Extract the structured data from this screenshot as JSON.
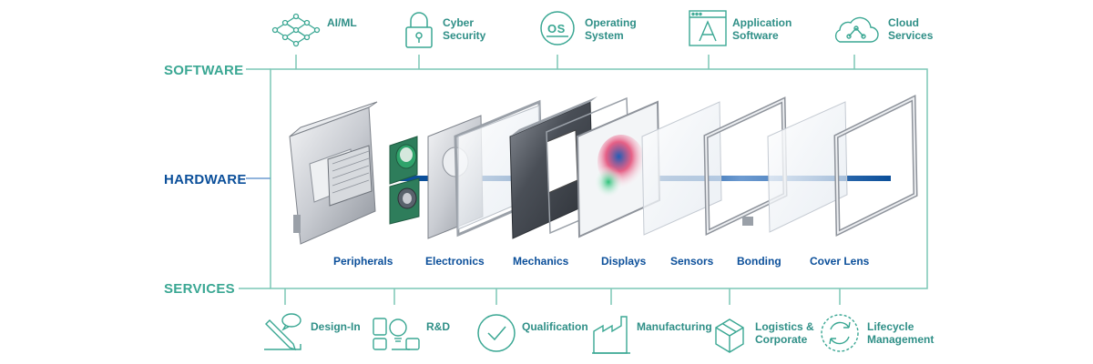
{
  "sections": {
    "software": "SOFTWARE",
    "hardware": "HARDWARE",
    "services": "SERVICES"
  },
  "software_items": [
    {
      "icon": "neural-network-icon",
      "line1": "AI/ML",
      "line2": ""
    },
    {
      "icon": "lock-icon",
      "line1": "Cyber",
      "line2": "Security"
    },
    {
      "icon": "os-icon",
      "line1": "Operating",
      "line2": "System",
      "icon_text": "OS"
    },
    {
      "icon": "application-window-icon",
      "line1": "Application",
      "line2": "Software"
    },
    {
      "icon": "cloud-icon",
      "line1": "Cloud",
      "line2": "Services"
    }
  ],
  "hardware_components": [
    "Peripherals",
    "Electronics",
    "Mechanics",
    "Displays",
    "Sensors",
    "Bonding",
    "Cover Lens"
  ],
  "service_items": [
    {
      "icon": "design-pencil-icon",
      "line1": "Design-In",
      "line2": ""
    },
    {
      "icon": "lab-bulb-icon",
      "line1": "R&D",
      "line2": ""
    },
    {
      "icon": "checkmark-circle-icon",
      "line1": "Qualification",
      "line2": ""
    },
    {
      "icon": "factory-icon",
      "line1": "Manufacturing",
      "line2": ""
    },
    {
      "icon": "package-box-icon",
      "line1": "Logistics &",
      "line2": "Corporate"
    },
    {
      "icon": "lifecycle-arrows-icon",
      "line1": "Lifecycle",
      "line2": "Management"
    }
  ],
  "colors": {
    "teal": "#3aa793",
    "teal_line": "#7cc7b6",
    "blue": "#0b4f9a",
    "blue_light": "#6d9bd1"
  }
}
